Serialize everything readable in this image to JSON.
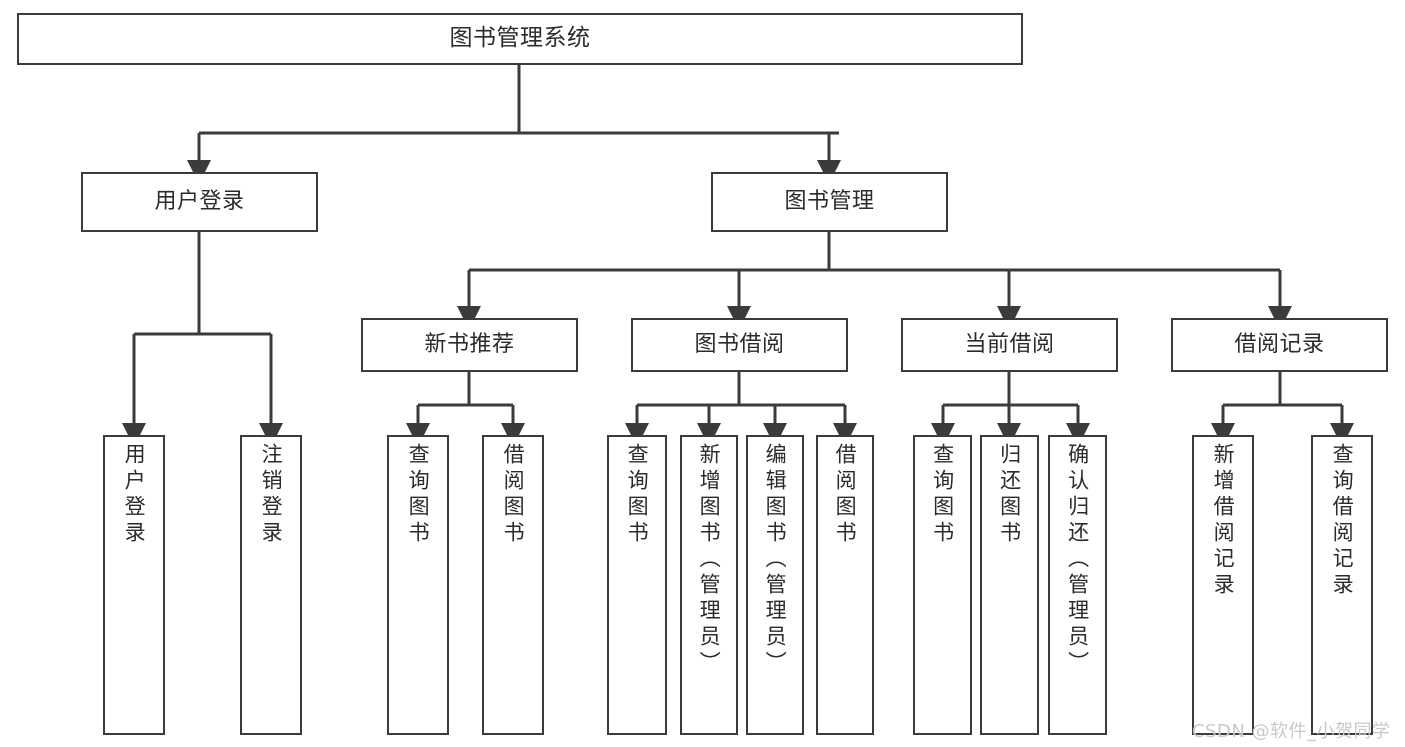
{
  "diagram": {
    "type": "tree",
    "title": "图书管理系统",
    "root": {
      "label": "图书管理系统"
    },
    "level1": [
      {
        "label": "用户登录"
      },
      {
        "label": "图书管理"
      }
    ],
    "level2": [
      {
        "label": "新书推荐",
        "parent": "图书管理"
      },
      {
        "label": "图书借阅",
        "parent": "图书管理"
      },
      {
        "label": "当前借阅",
        "parent": "图书管理"
      },
      {
        "label": "借阅记录",
        "parent": "图书管理"
      }
    ],
    "leaves": [
      {
        "label": "用户登录",
        "parent": "用户登录"
      },
      {
        "label": "注销登录",
        "parent": "用户登录"
      },
      {
        "label": "查询图书",
        "parent": "新书推荐"
      },
      {
        "label": "借阅图书",
        "parent": "新书推荐"
      },
      {
        "label": "查询图书",
        "parent": "图书借阅"
      },
      {
        "label": "新增图书（管理员）",
        "parent": "图书借阅"
      },
      {
        "label": "编辑图书（管理员）",
        "parent": "图书借阅"
      },
      {
        "label": "借阅图书",
        "parent": "图书借阅"
      },
      {
        "label": "查询图书",
        "parent": "当前借阅"
      },
      {
        "label": "归还图书",
        "parent": "当前借阅"
      },
      {
        "label": "确认归还（管理员）",
        "parent": "当前借阅"
      },
      {
        "label": "新增借阅记录",
        "parent": "借阅记录"
      },
      {
        "label": "查询借阅记录",
        "parent": "借阅记录"
      }
    ],
    "colors": {
      "line": "#3b3b3b",
      "box_border": "#3b3b3b",
      "box_fill": "#ffffff",
      "text": "#2b2b2b",
      "watermark": "#c9c9c9",
      "background": "#ffffff"
    }
  },
  "watermark": {
    "text": "CSDN @软件_小贺同学"
  }
}
